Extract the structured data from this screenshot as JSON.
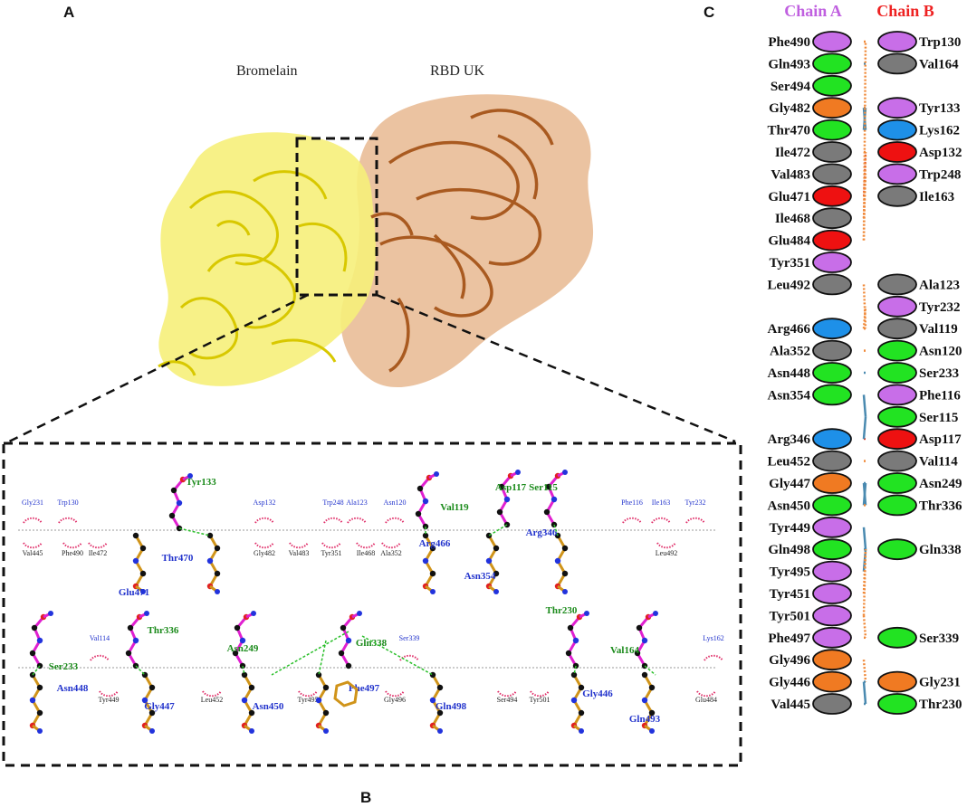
{
  "panel_labels": {
    "a": "A",
    "b": "B",
    "c": "C"
  },
  "panel_a": {
    "left_label": "Bromelain",
    "right_label": "RBD UK"
  },
  "colors": {
    "bromelain": "#f2ea22",
    "rbd": "#b86a32",
    "residue_purple": "#c86ee8",
    "residue_green": "#22e322",
    "residue_orange": "#f07a22",
    "residue_blue": "#1e90e8",
    "residue_red": "#ee1111",
    "residue_gray": "#7a7a7a",
    "hbond": "#2bbf2b",
    "hydrophobic_arc": "#e0306a"
  },
  "panel_b": {
    "row1": {
      "hydrophobic_top": [
        "Gly231",
        "Trp130",
        "Asp132",
        "Trp248",
        "Ala123",
        "Asn120",
        "Phe116",
        "Ile163",
        "Tyr232"
      ],
      "hydrophobic_bottom": [
        "Val445",
        "Phe490",
        "Ile472",
        "Gly482",
        "Val483",
        "Tyr351",
        "Ile468",
        "Ala352",
        "Leu492"
      ],
      "ligand_top": [
        "Tyr133",
        "Val119",
        "Asp117",
        "Ser115"
      ],
      "ligand_bottom": [
        "Thr470",
        "Glu471",
        "Arg466",
        "Asn354",
        "Arg346"
      ]
    },
    "row2": {
      "hydrophobic_top": [
        "Val114",
        "Ser339",
        "Lys162"
      ],
      "hydrophobic_bottom": [
        "Tyr449",
        "Leu452",
        "Tyr495",
        "Gly496",
        "Ser494",
        "Tyr501",
        "Glu484"
      ],
      "ligand_top": [
        "Ser233",
        "Thr336",
        "Asn249",
        "Gln338",
        "Thr230",
        "Val164"
      ],
      "ligand_bottom": [
        "Asn448",
        "Gly447",
        "Asn450",
        "Phe497",
        "Gln498",
        "Gly446",
        "Gln493"
      ]
    }
  },
  "panel_c": {
    "chain_a_title": "Chain A",
    "chain_b_title": "Chain B",
    "chain_a": [
      {
        "name": "Phe490",
        "color": "purple"
      },
      {
        "name": "Gln493",
        "color": "green"
      },
      {
        "name": "Ser494",
        "color": "green"
      },
      {
        "name": "Gly482",
        "color": "orange"
      },
      {
        "name": "Thr470",
        "color": "green"
      },
      {
        "name": "Ile472",
        "color": "gray"
      },
      {
        "name": "Val483",
        "color": "gray"
      },
      {
        "name": "Glu471",
        "color": "red"
      },
      {
        "name": "Ile468",
        "color": "gray"
      },
      {
        "name": "Glu484",
        "color": "red"
      },
      {
        "name": "Tyr351",
        "color": "purple"
      },
      {
        "name": "Leu492",
        "color": "gray"
      },
      {
        "name": "",
        "color": ""
      },
      {
        "name": "Arg466",
        "color": "blue"
      },
      {
        "name": "Ala352",
        "color": "gray"
      },
      {
        "name": "Asn448",
        "color": "green"
      },
      {
        "name": "Asn354",
        "color": "green"
      },
      {
        "name": "",
        "color": ""
      },
      {
        "name": "Arg346",
        "color": "blue"
      },
      {
        "name": "Leu452",
        "color": "gray"
      },
      {
        "name": "Gly447",
        "color": "orange"
      },
      {
        "name": "Asn450",
        "color": "green"
      },
      {
        "name": "Tyr449",
        "color": "purple"
      },
      {
        "name": "Gln498",
        "color": "green"
      },
      {
        "name": "Tyr495",
        "color": "purple"
      },
      {
        "name": "Tyr451",
        "color": "purple"
      },
      {
        "name": "Tyr501",
        "color": "purple"
      },
      {
        "name": "Phe497",
        "color": "purple"
      },
      {
        "name": "Gly496",
        "color": "orange"
      },
      {
        "name": "Gly446",
        "color": "orange"
      },
      {
        "name": "Val445",
        "color": "gray"
      }
    ],
    "chain_b": [
      {
        "name": "Trp130",
        "color": "purple"
      },
      {
        "name": "Val164",
        "color": "gray"
      },
      {
        "name": "",
        "color": ""
      },
      {
        "name": "Tyr133",
        "color": "purple"
      },
      {
        "name": "Lys162",
        "color": "blue"
      },
      {
        "name": "Asp132",
        "color": "red"
      },
      {
        "name": "Trp248",
        "color": "purple"
      },
      {
        "name": "Ile163",
        "color": "gray"
      },
      {
        "name": "",
        "color": ""
      },
      {
        "name": "",
        "color": ""
      },
      {
        "name": "",
        "color": ""
      },
      {
        "name": "Ala123",
        "color": "gray"
      },
      {
        "name": "Tyr232",
        "color": "purple"
      },
      {
        "name": "Val119",
        "color": "gray"
      },
      {
        "name": "Asn120",
        "color": "green"
      },
      {
        "name": "Ser233",
        "color": "green"
      },
      {
        "name": "Phe116",
        "color": "purple"
      },
      {
        "name": "Ser115",
        "color": "green"
      },
      {
        "name": "Asp117",
        "color": "red"
      },
      {
        "name": "Val114",
        "color": "gray"
      },
      {
        "name": "Asn249",
        "color": "green"
      },
      {
        "name": "Thr336",
        "color": "green"
      },
      {
        "name": "",
        "color": ""
      },
      {
        "name": "Gln338",
        "color": "green"
      },
      {
        "name": "",
        "color": ""
      },
      {
        "name": "",
        "color": ""
      },
      {
        "name": "",
        "color": ""
      },
      {
        "name": "Ser339",
        "color": "green"
      },
      {
        "name": "",
        "color": ""
      },
      {
        "name": "Gly231",
        "color": "orange"
      },
      {
        "name": "Thr230",
        "color": "green"
      }
    ],
    "links": [
      [
        0,
        0,
        "orange"
      ],
      [
        1,
        1,
        "blue"
      ],
      [
        3,
        3,
        "orange"
      ],
      [
        3,
        4,
        "blue"
      ],
      [
        4,
        3,
        "blue"
      ],
      [
        4,
        4,
        "blue"
      ],
      [
        5,
        5,
        "orange"
      ],
      [
        7,
        5,
        "red"
      ],
      [
        8,
        5,
        "red"
      ],
      [
        6,
        6,
        "orange"
      ],
      [
        8,
        6,
        "orange"
      ],
      [
        9,
        5,
        "orange"
      ],
      [
        13,
        13,
        "orange"
      ],
      [
        13,
        12,
        "orange"
      ],
      [
        14,
        14,
        "orange"
      ],
      [
        15,
        15,
        "blue"
      ],
      [
        16,
        17,
        "blue"
      ],
      [
        18,
        18,
        "red"
      ],
      [
        18,
        17,
        "blue"
      ],
      [
        19,
        19,
        "orange"
      ],
      [
        20,
        20,
        "blue"
      ],
      [
        20,
        21,
        "blue"
      ],
      [
        21,
        20,
        "blue"
      ],
      [
        21,
        21,
        "orange"
      ],
      [
        22,
        23,
        "blue"
      ],
      [
        23,
        23,
        "blue"
      ],
      [
        24,
        23,
        "blue"
      ],
      [
        25,
        23,
        "orange"
      ],
      [
        26,
        23,
        "orange"
      ],
      [
        27,
        27,
        "orange"
      ],
      [
        28,
        29,
        "orange"
      ],
      [
        29,
        29,
        "blue"
      ],
      [
        29,
        30,
        "blue"
      ],
      [
        30,
        30,
        "blue"
      ],
      [
        26,
        27,
        "orange"
      ],
      [
        9,
        0,
        "orange"
      ],
      [
        11,
        13,
        "orange"
      ]
    ]
  }
}
